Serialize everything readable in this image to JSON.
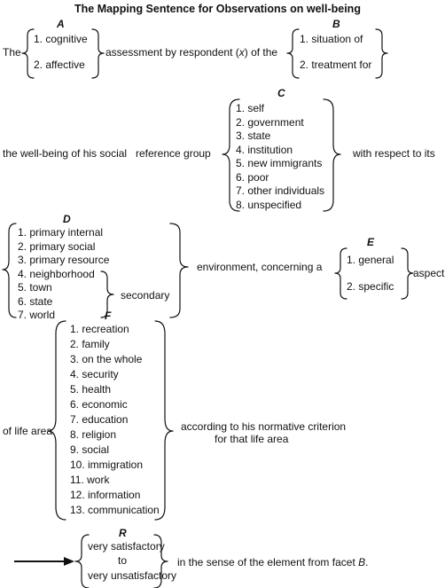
{
  "title": "The Mapping Sentence for Observations on well-being",
  "facets": {
    "A": {
      "letter": "A",
      "items": [
        "1. cognitive",
        "2. affective"
      ]
    },
    "B": {
      "letter": "B",
      "items": [
        "1. situation of",
        "2. treatment for"
      ]
    },
    "C": {
      "letter": "C",
      "items": [
        "1. self",
        "2. government",
        "3. state",
        "4. institution",
        "5. new immigrants",
        "6. poor",
        "7. other individuals",
        "8. unspecified"
      ]
    },
    "D": {
      "letter": "D",
      "items": [
        "1. primary internal",
        "2. primary social",
        "3. primary resource",
        "4. neighborhood",
        "5. town",
        "6. state",
        "7. world"
      ],
      "secondary_label": "secondary"
    },
    "E": {
      "letter": "E",
      "items": [
        "1. general",
        "2. specific"
      ]
    },
    "F": {
      "letter": "F",
      "items": [
        "1. recreation",
        "2. family",
        "3. on the whole",
        "4. security",
        "5. health",
        "6. economic",
        "7. education",
        "8. religion",
        "9. social",
        "10. immigration",
        "11. work",
        "12. information",
        "13. communication"
      ]
    },
    "R": {
      "letter": "R",
      "items": [
        "very satisfactory",
        "to",
        "very unsatisfactory"
      ]
    }
  },
  "text": {
    "the": "The",
    "assessment": "assessment by respondent (x) of the",
    "wellbeing": "the well-being of his social",
    "reference_group": "reference group",
    "with_respect": "with respect to its",
    "environment": "environment, concerning a",
    "aspect": "aspect",
    "of_life_area": "of life area",
    "according_1": "according to his normative criterion",
    "according_2": "for that life area",
    "sense": "in the sense of the element from facet B."
  }
}
